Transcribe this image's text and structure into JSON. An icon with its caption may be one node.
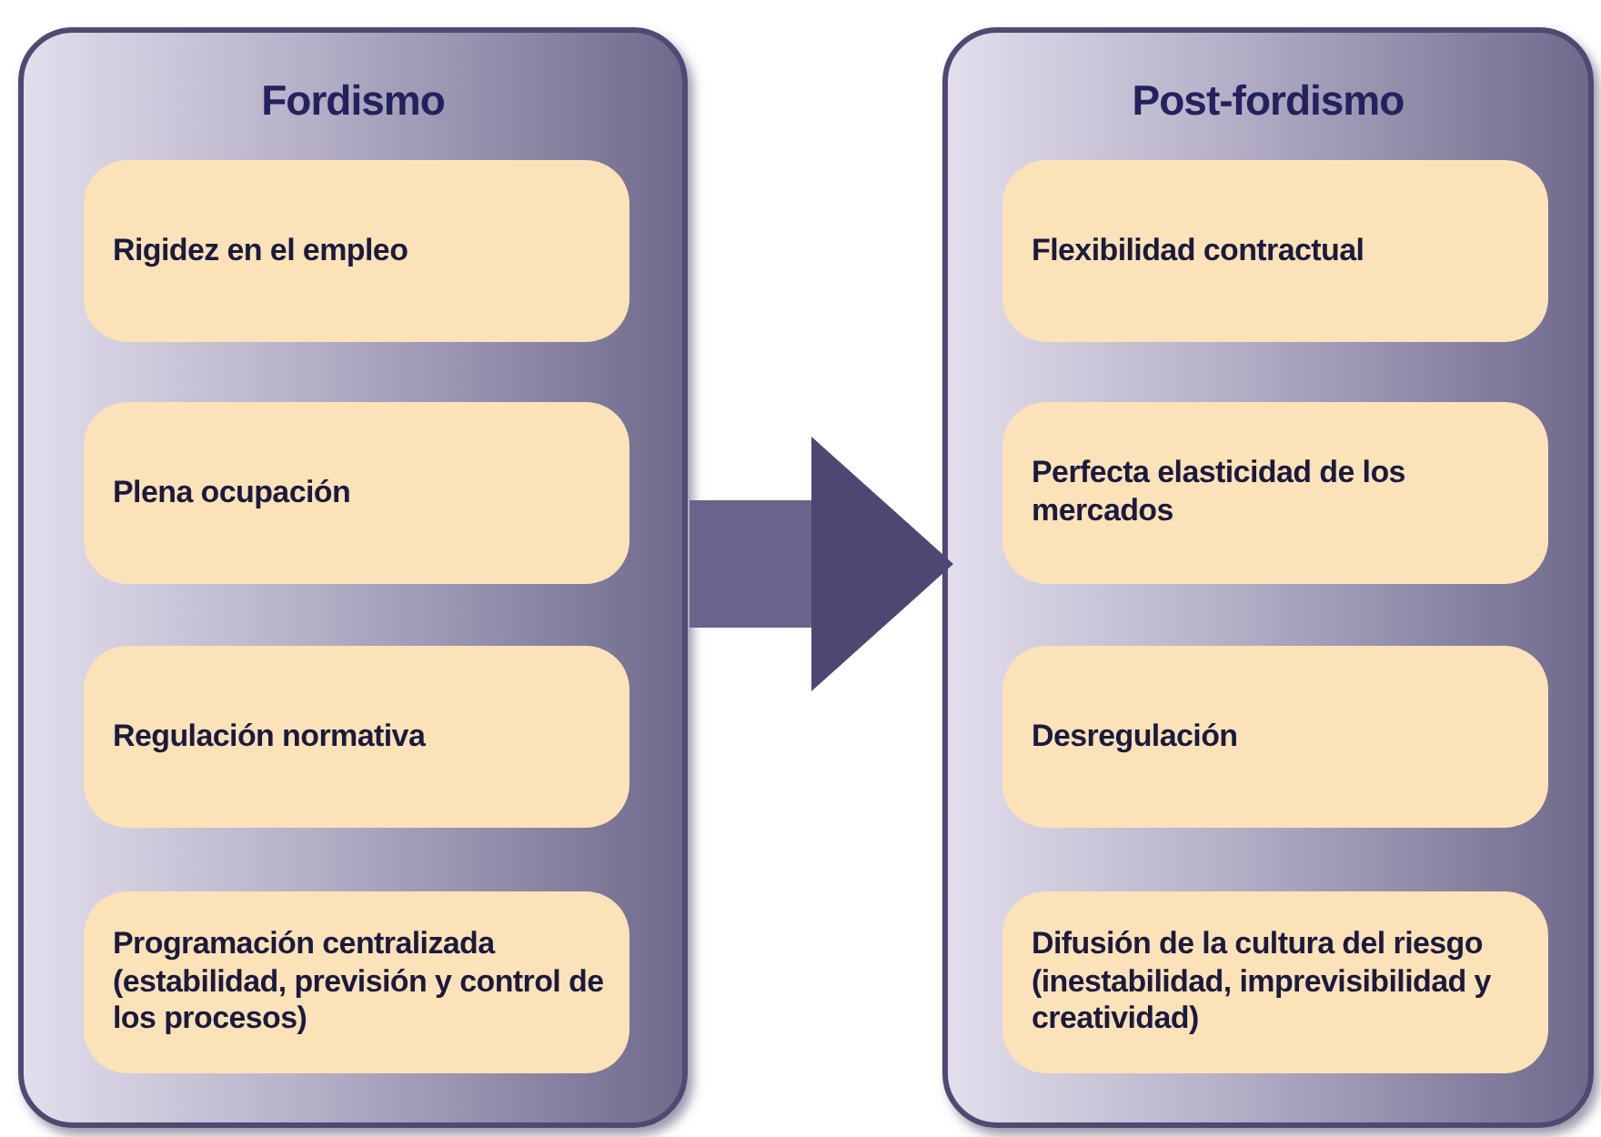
{
  "diagram": {
    "nodes": [
      {
        "text": [
          "Fordismo"
        ]
      },
      {
        "text": [
          "Rigidez en el empleo"
        ],
        "in": 0
      },
      {
        "text": [
          "Plena ocupación"
        ],
        "in": 0
      },
      {
        "text": [
          "Regulación normativa"
        ],
        "in": 0
      },
      {
        "text": [
          "Programación centralizada (estabilidad, previsión y control de los procesos)"
        ],
        "in": 0
      },
      {
        "text": [
          "Post-fordismo"
        ]
      },
      {
        "text": [
          "Flexibilidad contractual"
        ],
        "in": 5
      },
      {
        "text": [
          "Perfecta elasticidad de los mercados"
        ],
        "in": 5
      },
      {
        "text": [
          "Desregulación"
        ],
        "in": 5
      },
      {
        "text": [
          "Difusión de la cultura del riesgo (inestabilidad, imprevisibilidad y creatividad)"
        ],
        "in": 5
      }
    ],
    "edges": [
      {
        "from": 0,
        "to": 5,
        "arrow": "to"
      }
    ]
  }
}
